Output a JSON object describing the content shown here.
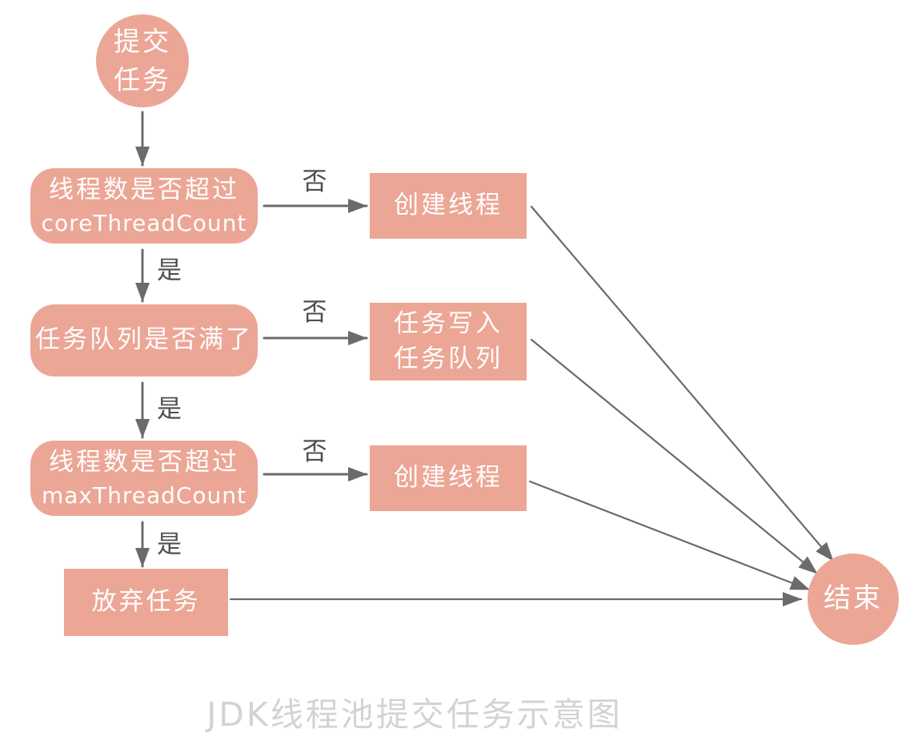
{
  "diagram": {
    "caption": "JDK线程池提交任务示意图",
    "labels": {
      "no": "否",
      "yes": "是"
    },
    "nodes": {
      "start": {
        "line1": "提交",
        "line2": "任务"
      },
      "check_core": {
        "line1": "线程数是否超过",
        "line2": "coreThreadCount"
      },
      "create_thread_1": {
        "label": "创建线程"
      },
      "check_queue": {
        "label": "任务队列是否满了"
      },
      "enqueue": {
        "line1": "任务写入",
        "line2": "任务队列"
      },
      "check_max": {
        "line1": "线程数是否超过",
        "line2": "maxThreadCount"
      },
      "create_thread_2": {
        "label": "创建线程"
      },
      "reject": {
        "label": "放弃任务"
      },
      "end": {
        "label": "结束"
      }
    },
    "colors": {
      "node_fill": "#eca695",
      "node_text": "#ffffff",
      "arrow": "#6b6b6b",
      "edge_label": "#4f4f4f",
      "caption_color": "#d3d3d3",
      "background": "#ffffff"
    }
  }
}
